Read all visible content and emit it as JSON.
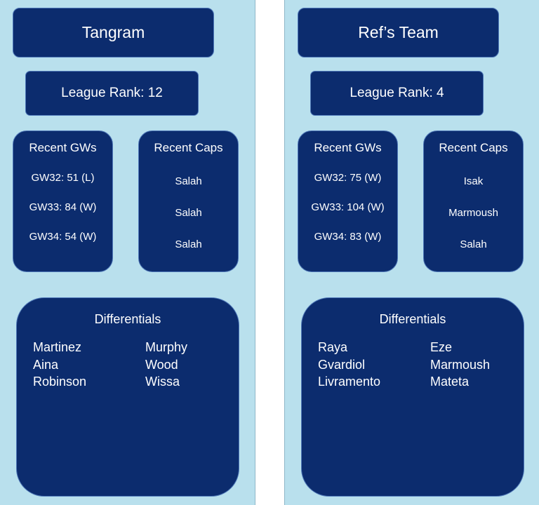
{
  "teams": [
    {
      "name": "Tangram",
      "league_rank": "League Rank: 12",
      "recent_gws_title": "Recent GWs",
      "recent_gws": [
        "GW32: 51 (L)",
        "GW33: 84 (W)",
        "GW34: 54 (W)"
      ],
      "recent_caps_title": "Recent Caps",
      "recent_caps": [
        "Salah",
        "Salah",
        "Salah"
      ],
      "differentials_title": "Differentials",
      "differentials_col1": [
        "Martinez",
        "Aina",
        "Robinson"
      ],
      "differentials_col2": [
        "Murphy",
        "Wood",
        "Wissa"
      ]
    },
    {
      "name": "Ref’s Team",
      "league_rank": "League Rank: 4",
      "recent_gws_title": "Recent GWs",
      "recent_gws": [
        "GW32: 75 (W)",
        "GW33: 104 (W)",
        "GW34: 83 (W)"
      ],
      "recent_caps_title": "Recent Caps",
      "recent_caps": [
        "Isak",
        "Marmoush",
        "Salah"
      ],
      "differentials_title": "Differentials",
      "differentials_col1": [
        "Raya",
        "Gvardiol",
        "Livramento"
      ],
      "differentials_col2": [
        "Eze",
        "Marmoush",
        "Mateta"
      ]
    }
  ],
  "colors": {
    "panel_bg": "#b9e0ed",
    "card_bg": "#0c2c6e",
    "card_border": "#4f78b8",
    "text": "#ffffff"
  }
}
